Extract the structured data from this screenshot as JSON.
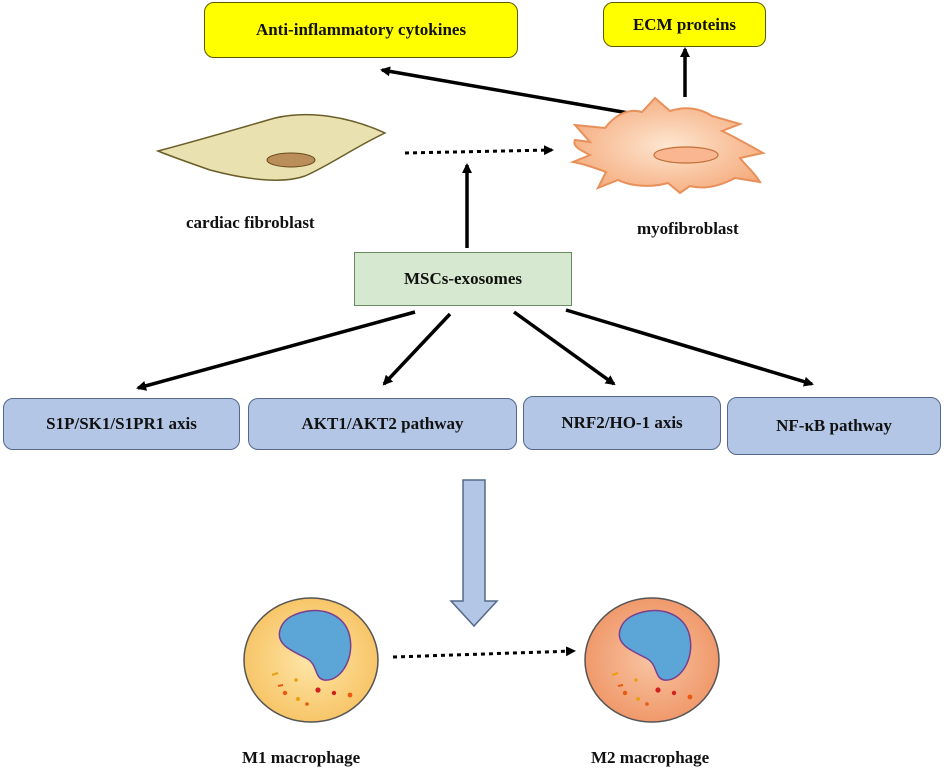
{
  "outputs": {
    "anti_inflammatory": "Anti-inflammatory cytokines",
    "ecm": "ECM proteins"
  },
  "cells": {
    "fibroblast": "cardiac fibroblast",
    "myofibroblast": "myofibroblast",
    "m1": "M1 macrophage",
    "m2": "M2 macrophage"
  },
  "source": "MSCs-exosomes",
  "pathways": [
    "S1P/SK1/S1PR1 axis",
    "AKT1/AKT2 pathway",
    "NRF2/HO-1 axis",
    "NF-κB pathway"
  ],
  "colors": {
    "output_fill": "#ffff00",
    "source_fill": "#d6e8cf",
    "pathway_fill": "#b3c6e6",
    "m1_fill": "#fad47a",
    "m2_fill": "#f4a27a",
    "nucleus_fill": "#5ba6d6"
  }
}
